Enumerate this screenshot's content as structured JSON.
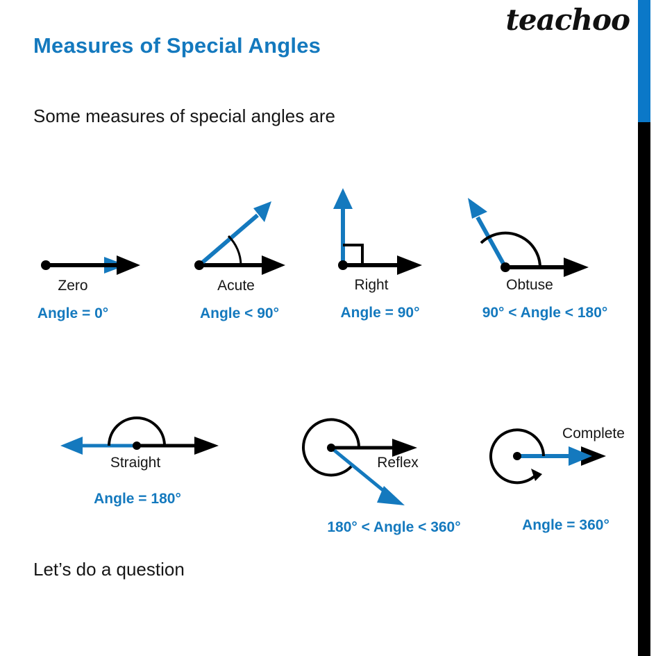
{
  "slide": {
    "title": "Measures of Special Angles",
    "intro": "Some measures of special angles are",
    "closing": "Let’s do a question",
    "logo": "teachoo",
    "colors": {
      "accent_blue": "#1479be",
      "ray_blue": "#1479be",
      "ray_black": "#000000",
      "text_black": "#161616",
      "edge_bar_blue": "#0b78c8",
      "edge_bar_black": "#000000"
    }
  },
  "angles": [
    {
      "id": "zero",
      "name": "Zero",
      "formula": "Angle = 0°",
      "degrees": 0,
      "marker": "none"
    },
    {
      "id": "acute",
      "name": "Acute",
      "formula": "Angle < 90°",
      "degrees": 45,
      "marker": "small-arc"
    },
    {
      "id": "right",
      "name": "Right",
      "formula": "Angle = 90°",
      "degrees": 90,
      "marker": "square"
    },
    {
      "id": "obtuse",
      "name": "Obtuse",
      "formula": "90° < Angle < 180°",
      "degrees": 135,
      "marker": "arc"
    },
    {
      "id": "straight",
      "name": "Straight",
      "formula": "Angle = 180°",
      "degrees": 180,
      "marker": "semicircle-arc"
    },
    {
      "id": "reflex",
      "name": "Reflex",
      "formula": "180° < Angle < 360°",
      "degrees": 305,
      "marker": "large-arc"
    },
    {
      "id": "complete",
      "name": "Complete",
      "formula": "Angle = 360°",
      "degrees": 360,
      "marker": "full-circle-arc"
    }
  ]
}
